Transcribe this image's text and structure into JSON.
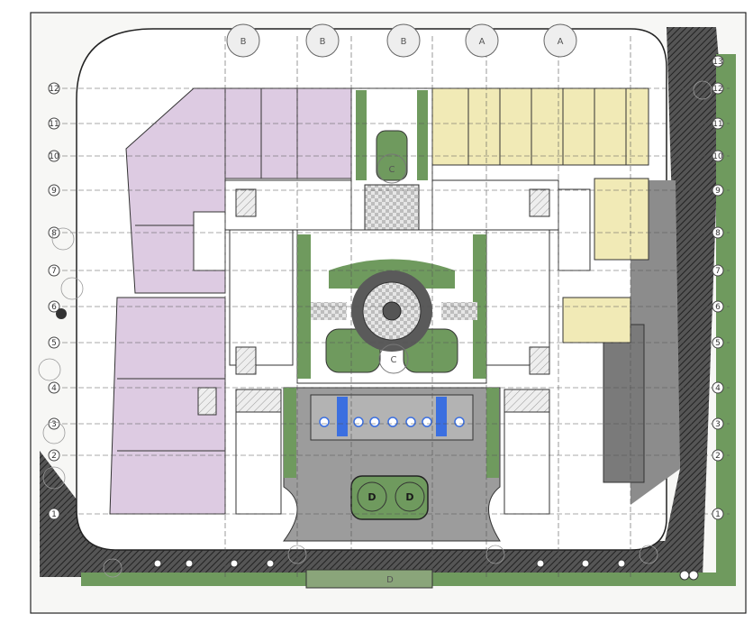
{
  "diagram": {
    "top_gate_labels": [
      "B",
      "B",
      "B",
      "A",
      "A"
    ],
    "left_grid_labels": [
      "12",
      "11",
      "10",
      "9",
      "8",
      "7",
      "6",
      "5",
      "4",
      "3",
      "2",
      "1"
    ],
    "right_grid_labels": [
      "13",
      "12",
      "11",
      "10",
      "9",
      "8",
      "7",
      "6",
      "5",
      "4",
      "3",
      "2",
      "1"
    ],
    "courtyard_tags": [
      "C",
      "C"
    ],
    "parking_tags": [
      "D",
      "D"
    ],
    "bottom_tag": "D",
    "colors": {
      "retail_purple": "#ddcbe2",
      "commercial_yellow": "#f1eab6",
      "landscape_green": "#6f9a5e",
      "hatch_dark": "#3a3a3a",
      "paving_gray": "#9c9c9c",
      "accessible_blue": "#3b6fe0"
    }
  }
}
